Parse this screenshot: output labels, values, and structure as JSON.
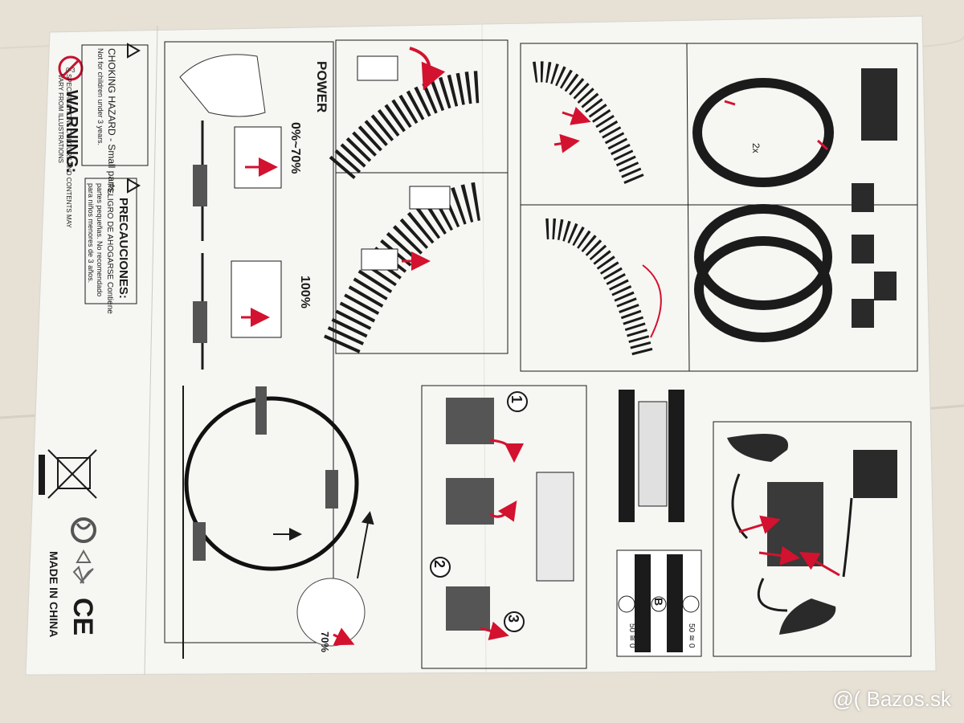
{
  "sheet": {
    "warning_title": "WARNING:",
    "warning_text": "CHOKING HAZARD - Small parts.",
    "warning_sub": "Not for children under 3 years.",
    "precaution_title": "PRECAUCIONES:",
    "precaution_text": "PELIGRO DE AHOGARSE Contiene",
    "precaution_sub1": "partes pequeñas. No recomendado",
    "precaution_sub2": "para niños menores de 3 años.",
    "spec_line1": "SPECIFICATIONS COLOURS AND CONTENTS MAY",
    "spec_line2": "VARY FROM ILLUSTRATIONS",
    "made_in": "MADE IN CHINA",
    "ce_mark": "CE",
    "power_label": "POWER",
    "pct_low": "0%~70%",
    "pct_full": "100%",
    "pct_loop": "70%",
    "step1": "1",
    "step2": "2",
    "step3": "3",
    "two_x": "2x",
    "label_b": "B",
    "track_num_a": "50 ≅ 0",
    "track_num_b": "50 ≅ 0"
  },
  "watermark": "@( Bazos.sk",
  "colors": {
    "paper": "#f6f6f3",
    "background": "#e8e3d9",
    "ink": "#1b1b1b",
    "accent_red": "#d3122f"
  },
  "icons": [
    "no-small-children-icon",
    "warning-triangle-icon",
    "crossed-bin-icon",
    "recycle-icon",
    "green-dot-icon"
  ]
}
